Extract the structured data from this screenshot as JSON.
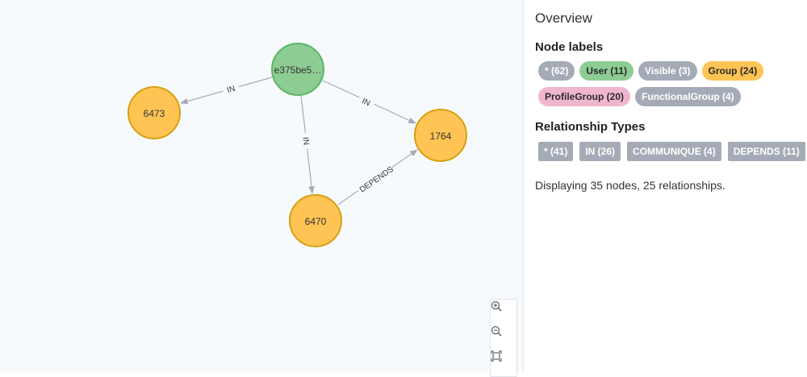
{
  "graph": {
    "nodes": [
      {
        "id": "n-user",
        "label": "e375be5…",
        "type": "User",
        "color": "#8dcc93",
        "stroke": "#5db665"
      },
      {
        "id": "n-6473",
        "label": "6473",
        "type": "Group",
        "color": "#ffc454",
        "stroke": "#d7a013"
      },
      {
        "id": "n-1764",
        "label": "1764",
        "type": "Group",
        "color": "#ffc454",
        "stroke": "#d7a013"
      },
      {
        "id": "n-6470",
        "label": "6470",
        "type": "Group",
        "color": "#ffc454",
        "stroke": "#d7a013"
      }
    ],
    "edges": [
      {
        "id": "e1",
        "label": "IN"
      },
      {
        "id": "e2",
        "label": "IN"
      },
      {
        "id": "e3",
        "label": "IN"
      },
      {
        "id": "e4",
        "label": "DEPENDS"
      }
    ]
  },
  "zoom_controls": {
    "zoom_in": "zoom-in-icon",
    "zoom_out": "zoom-out-icon",
    "fit": "fit-to-screen-icon"
  },
  "overview": {
    "title": "Overview",
    "node_labels_title": "Node labels",
    "node_labels": [
      {
        "text": "* (62)",
        "color": "#a5abb6",
        "text_color": "#ffffff"
      },
      {
        "text": "User (11)",
        "color": "#8dcc93",
        "text_color": "#2a2a2a"
      },
      {
        "text": "Visible (3)",
        "color": "#a5abb6",
        "text_color": "#ffffff"
      },
      {
        "text": "Group (24)",
        "color": "#ffc454",
        "text_color": "#2a2a2a"
      },
      {
        "text": "ProfileGroup (20)",
        "color": "#f0b6cd",
        "text_color": "#2a2a2a"
      },
      {
        "text": "FunctionalGroup (4)",
        "color": "#a5abb6",
        "text_color": "#ffffff"
      }
    ],
    "relationship_types_title": "Relationship Types",
    "relationship_types": [
      {
        "text": "* (41)"
      },
      {
        "text": "IN (26)"
      },
      {
        "text": "COMMUNIQUE (4)"
      },
      {
        "text": "DEPENDS (11)"
      }
    ],
    "summary": "Displaying 35 nodes, 25 relationships."
  }
}
